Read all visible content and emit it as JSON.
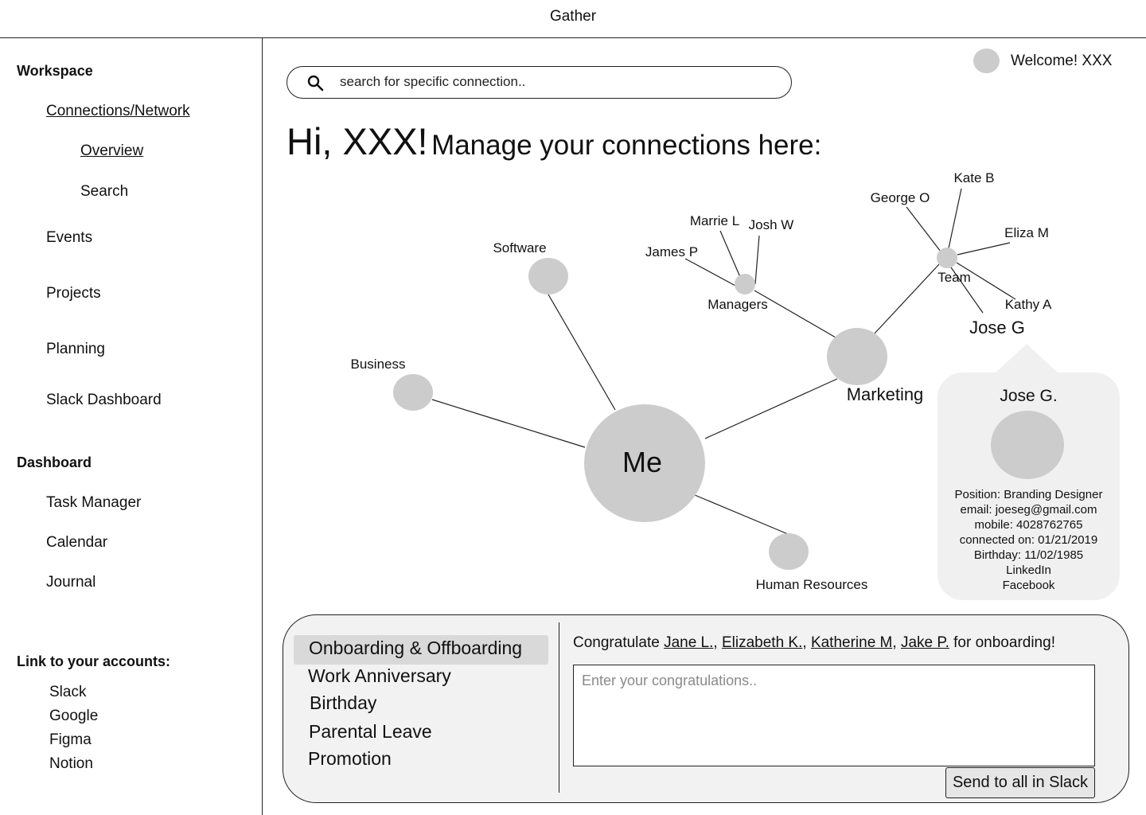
{
  "app": {
    "title": "Gather"
  },
  "sidebar": {
    "workspace_heading": "Workspace",
    "connections": "Connections/Network",
    "overview": "Overview",
    "search": "Search",
    "events": "Events",
    "projects": "Projects",
    "planning": "Planning",
    "slack_dashboard": "Slack Dashboard",
    "dashboard_heading": "Dashboard",
    "task_manager": "Task Manager",
    "calendar": "Calendar",
    "journal": "Journal",
    "accounts_heading": "Link to your accounts:",
    "accounts": [
      "Slack",
      "Google",
      "Figma",
      "Notion"
    ]
  },
  "search": {
    "placeholder": "search for specific connection.."
  },
  "header": {
    "welcome": "Welcome! XXX"
  },
  "greeting": {
    "hi": "Hi, XXX!",
    "subtitle": "Manage your connections here:"
  },
  "graph": {
    "center": "Me",
    "groups": {
      "software": "Software",
      "business": "Business",
      "human_resources": "Human Resources",
      "marketing": "Marketing",
      "managers": "Managers",
      "team": "Team"
    },
    "people": {
      "marrie": "Marrie L",
      "josh": "Josh W",
      "james": "James P",
      "george": "George O",
      "kate": "Kate B",
      "eliza": "Eliza M",
      "kathy": "Kathy A",
      "jose": "Jose G"
    }
  },
  "profile": {
    "name": "Jose G.",
    "position": "Position: Branding Designer",
    "email": "email: joeseg@gmail.com",
    "mobile": "mobile: 4028762765",
    "connected": "connected on: 01/21/2019",
    "birthday": "Birthday: 11/02/1985",
    "linkedin": "LinkedIn",
    "facebook": "Facebook"
  },
  "events_panel": {
    "categories": [
      "Onboarding & Offboarding",
      "Work Anniversary",
      "Birthday",
      "Parental Leave",
      "Promotion"
    ],
    "active_category": "Onboarding & Offboarding",
    "congrats_prefix": "Congratulate",
    "people": [
      "Jane L.",
      "Elizabeth K.",
      "Katherine M",
      "Jake P."
    ],
    "congrats_suffix": "for onboarding!",
    "message_placeholder": "Enter your congratulations..",
    "send_label": "Send to all in Slack"
  },
  "colors": {
    "node": "#cccccc",
    "card": "#f0f0f0",
    "panel": "#f2f2f2",
    "active_tab": "#d9d9d9"
  }
}
